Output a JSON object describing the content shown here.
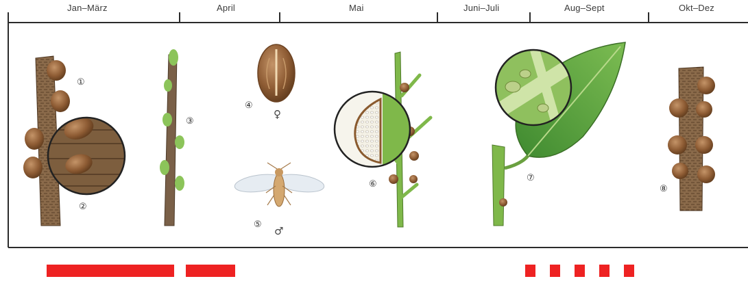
{
  "timeline": {
    "periods": [
      {
        "label": "Jan–März"
      },
      {
        "label": "April"
      },
      {
        "label": "Mai"
      },
      {
        "label": "Juni–Juli"
      },
      {
        "label": "Aug–Sept"
      },
      {
        "label": "Okt–Dez"
      }
    ]
  },
  "stages": [
    {
      "number": "①"
    },
    {
      "number": "②"
    },
    {
      "number": "③"
    },
    {
      "number": "④",
      "symbol": "♀"
    },
    {
      "number": "⑤",
      "symbol": "♂"
    },
    {
      "number": "⑥"
    },
    {
      "number": "⑦"
    },
    {
      "number": "⑧"
    }
  ],
  "colors": {
    "frame": "#2b2b2b",
    "bark": "#8a6a4a",
    "scale": "#9a6a3e",
    "leaf": "#6fa84a",
    "leaf_light": "#cfe4a8",
    "bud": "#8cc45a",
    "bar": "#ee2222"
  }
}
